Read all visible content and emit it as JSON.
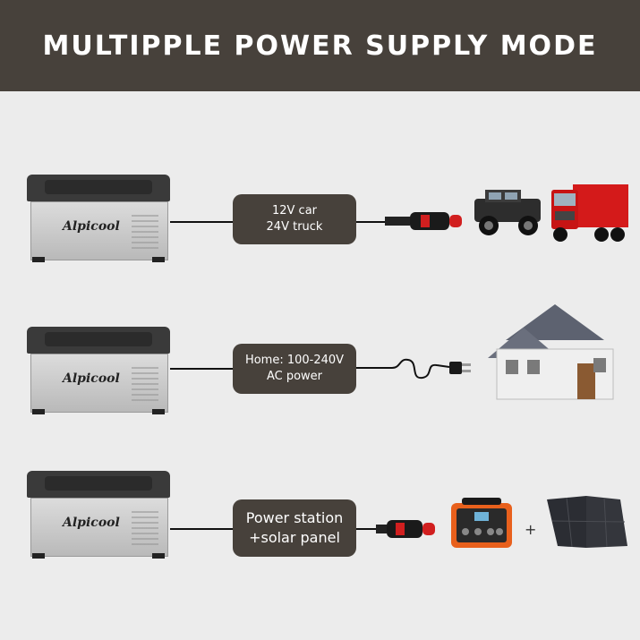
{
  "header": {
    "title": "MULTIPPLE POWER SUPPLY MODE"
  },
  "brand": "Alpicool",
  "rows": [
    {
      "label": "12V car\n24V truck"
    },
    {
      "label": "Home: 100-240V\nAC power"
    },
    {
      "label": "Power station\n+solar panel"
    }
  ],
  "plus_sign": "+",
  "colors": {
    "header_bg": "#47413b",
    "label_bg": "#47413b",
    "background": "#ececec",
    "plug_accent": "#d11f1f",
    "station_accent": "#e8601c"
  }
}
